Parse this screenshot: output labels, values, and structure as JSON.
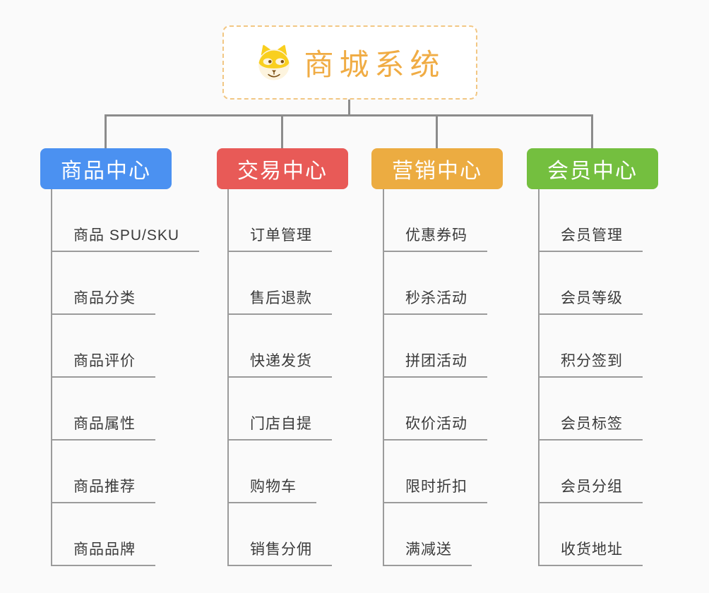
{
  "root": {
    "title": "商城系统",
    "icon": "dog-face-logo-icon"
  },
  "colors": {
    "background": "#FAFAFA",
    "root_border": "#F2C784",
    "root_title": "#F0AC44",
    "connector": "#8C8C8C",
    "leaf_underline": "#9B9B9B",
    "leaf_text": "#3B3B3B",
    "branch_product": "#4B91F1",
    "branch_trade": "#E85A57",
    "branch_marketing": "#ECAC41",
    "branch_member": "#74BF3F"
  },
  "branches": [
    {
      "label": "商品中心",
      "color": "#4B91F1",
      "children": [
        "商品 SPU/SKU",
        "商品分类",
        "商品评价",
        "商品属性",
        "商品推荐",
        "商品品牌"
      ]
    },
    {
      "label": "交易中心",
      "color": "#E85A57",
      "children": [
        "订单管理",
        "售后退款",
        "快递发货",
        "门店自提",
        "购物车",
        "销售分佣"
      ]
    },
    {
      "label": "营销中心",
      "color": "#ECAC41",
      "children": [
        "优惠券码",
        "秒杀活动",
        "拼团活动",
        "砍价活动",
        "限时折扣",
        "满减送"
      ]
    },
    {
      "label": "会员中心",
      "color": "#74BF3F",
      "children": [
        "会员管理",
        "会员等级",
        "积分签到",
        "会员标签",
        "会员分组",
        "收货地址"
      ]
    }
  ]
}
